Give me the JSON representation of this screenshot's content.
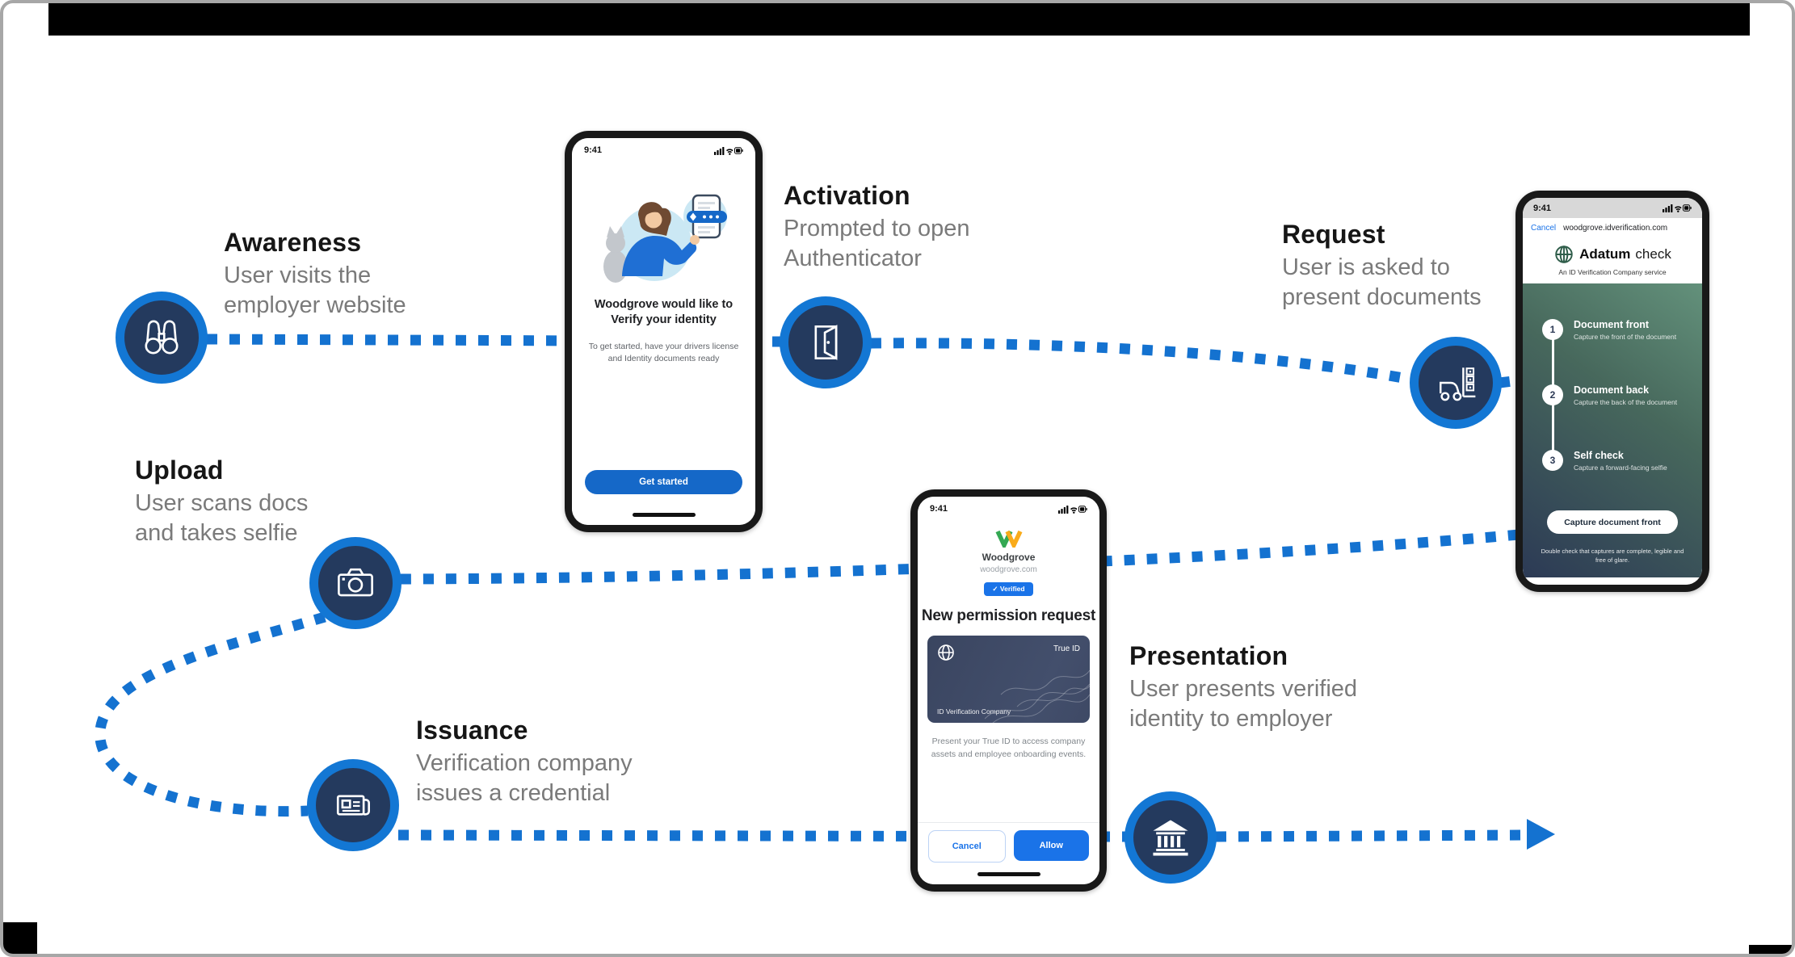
{
  "colors": {
    "accent_blue": "#1472D0",
    "node_ring": "#1377D4",
    "node_fill": "#243A5E",
    "cta_blue": "#1568C8",
    "google_blue": "#1A73E8"
  },
  "stages": [
    {
      "title": "Awareness",
      "description": "User visits the employer website",
      "icon": "binoculars-icon"
    },
    {
      "title": "Activation",
      "description": "Prompted to open Authenticator",
      "icon": "door-open-icon"
    },
    {
      "title": "Upload",
      "description": "User scans docs and takes selfie",
      "icon": "camera-icon"
    },
    {
      "title": "Issuance",
      "description": "Verification company issues a credential",
      "icon": "newspaper-icon"
    },
    {
      "title": "Request",
      "description": "User is asked to present documents",
      "icon": "forklift-icon"
    },
    {
      "title": "Presentation",
      "description": "User presents verified identity to employer",
      "icon": "bank-icon"
    }
  ],
  "phone_authenticator": {
    "time": "9:41",
    "heading": "Woodgrove would like to Verify your identity",
    "body": "To get started, have your drivers license and Identity documents ready",
    "cta": "Get started"
  },
  "phone_permission": {
    "time": "9:41",
    "brand": "Woodgrove",
    "domain": "woodgrove.com",
    "badge_check": "✓",
    "badge_label": "Verified",
    "heading": "New permission request",
    "card_name": "True ID",
    "card_issuer": "ID Verification Company",
    "body": "Present your True ID to access company assets and employee onboarding events.",
    "cancel": "Cancel",
    "allow": "Allow"
  },
  "phone_idcheck": {
    "time": "9:41",
    "cancel": "Cancel",
    "url": "woodgrove.idverification.com",
    "brand": "Adatum",
    "brand_suffix": "check",
    "tagline": "An ID Verification Company service",
    "steps": [
      {
        "num": "1",
        "title": "Document front",
        "sub": "Capture the front of the document"
      },
      {
        "num": "2",
        "title": "Document back",
        "sub": "Capture the back of the document"
      },
      {
        "num": "3",
        "title": "Self check",
        "sub": "Capture a forward-facing selfie"
      }
    ],
    "cta": "Capture document front",
    "footnote": "Double check that captures are complete, legible and free of glare."
  }
}
